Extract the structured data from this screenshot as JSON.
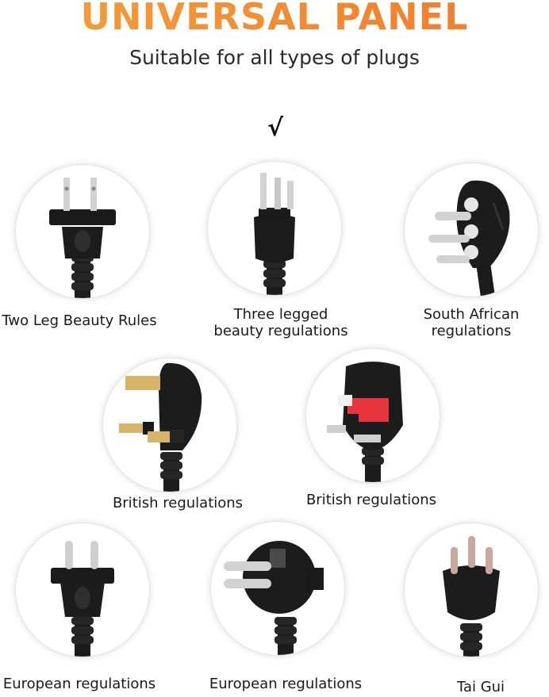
{
  "header": {
    "title": "UNIVERSAL PANEL",
    "subtitle": "Suitable for all types of plugs",
    "check_mark": "√"
  },
  "colors": {
    "title_gradient_start": "#f4a03c",
    "title_gradient_end": "#f07a2b",
    "plug_body": "#1c1c1c",
    "pin_silver": "#c9c9c9",
    "pin_brass": "#d8b46a",
    "red_shutter": "#e8343c"
  },
  "plugs": [
    {
      "label_line1": "Two Leg Beauty Rules",
      "label_line2": "",
      "icon": "two-flat-pin-plug-icon"
    },
    {
      "label_line1": "Three legged",
      "label_line2": "beauty regulations",
      "icon": "three-flat-pin-plug-icon"
    },
    {
      "label_line1": "South African",
      "label_line2": "regulations",
      "icon": "south-african-plug-icon"
    },
    {
      "label_line1": "British regulations",
      "label_line2": "",
      "icon": "british-plug-brass-icon"
    },
    {
      "label_line1": "British regulations",
      "label_line2": "",
      "icon": "british-plug-red-icon"
    },
    {
      "label_line1": "European regulations",
      "label_line2": "",
      "icon": "european-two-round-pin-icon"
    },
    {
      "label_line1": "European regulations",
      "label_line2": "",
      "icon": "european-schuko-plug-icon"
    },
    {
      "label_line1": "Tai Gui",
      "label_line2": "",
      "icon": "three-round-pin-plug-icon"
    }
  ]
}
